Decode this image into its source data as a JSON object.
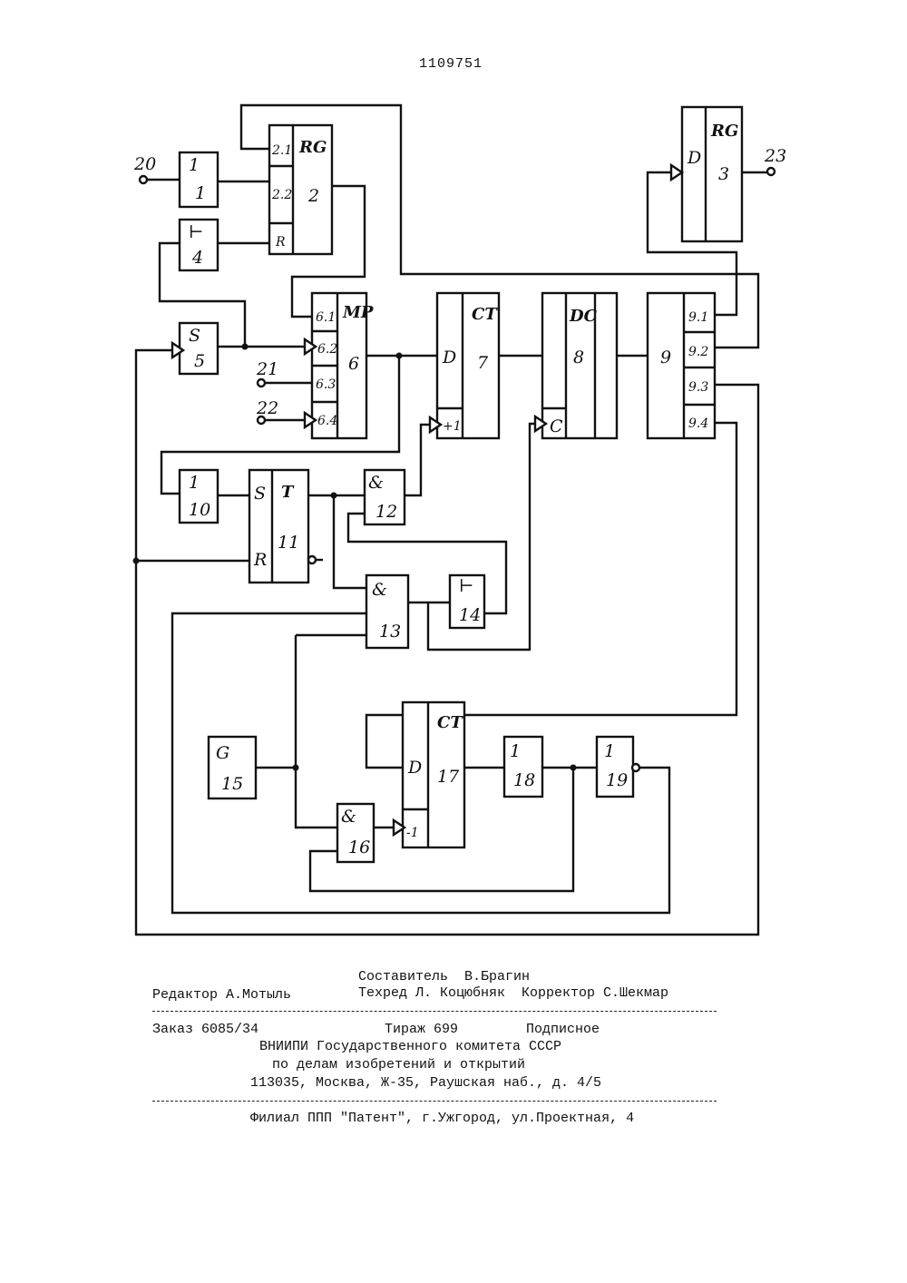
{
  "document": {
    "number": "1109751"
  },
  "terminals": {
    "t20": "20",
    "t21": "21",
    "t22": "22",
    "t23": "23"
  },
  "blocks": {
    "b1": {
      "symbol": "1",
      "number": "1"
    },
    "b2": {
      "symbol": "RG",
      "number": "2",
      "inputs": [
        "2.1",
        "2.2",
        "R"
      ]
    },
    "b3": {
      "symbol": "RG",
      "number": "3",
      "input": "D"
    },
    "b4": {
      "symbol": "⊢",
      "number": "4"
    },
    "b5": {
      "symbol": "S",
      "number": "5"
    },
    "b6": {
      "symbol": "MP",
      "number": "6",
      "inputs": [
        "6.1",
        "6.2",
        "6.3",
        "6.4"
      ]
    },
    "b7": {
      "symbol": "CT",
      "number": "7",
      "inputs": [
        "D",
        "+1"
      ]
    },
    "b8": {
      "symbol": "DC",
      "number": "8",
      "inputs": [
        "C"
      ]
    },
    "b9": {
      "number": "9",
      "outputs": [
        "9.1",
        "9.2",
        "9.3",
        "9.4"
      ]
    },
    "b10": {
      "symbol": "1",
      "number": "10"
    },
    "b11": {
      "symbol": "T",
      "number": "11",
      "inputs": [
        "S",
        "R"
      ]
    },
    "b12": {
      "symbol": "&",
      "number": "12"
    },
    "b13": {
      "symbol": "&",
      "number": "13"
    },
    "b14": {
      "symbol": "⊢",
      "number": "14"
    },
    "b15": {
      "symbol": "G",
      "number": "15"
    },
    "b16": {
      "symbol": "&",
      "number": "16"
    },
    "b17": {
      "symbol": "CT",
      "number": "17",
      "inputs": [
        "D",
        "-1"
      ]
    },
    "b18": {
      "symbol": "1",
      "number": "18"
    },
    "b19": {
      "symbol": "1",
      "number": "19"
    }
  },
  "footer": {
    "compiler": "Составитель  В.Брагин",
    "editor": "Редактор А.Мотыль",
    "techred": "Техред Л. Коцюбняк  Корректор С.Шекмар",
    "order": "Заказ 6085/34",
    "circulation": "Тираж 699",
    "subscription": "Подписное",
    "org1": "ВНИИПИ Государственного комитета СССР",
    "org2": "по делам изобретений и открытий",
    "address": "113035, Москва, Ж-35, Раушская наб., д. 4/5",
    "branch": "Филиал ППП \"Патент\", г.Ужгород, ул.Проектная, 4"
  }
}
